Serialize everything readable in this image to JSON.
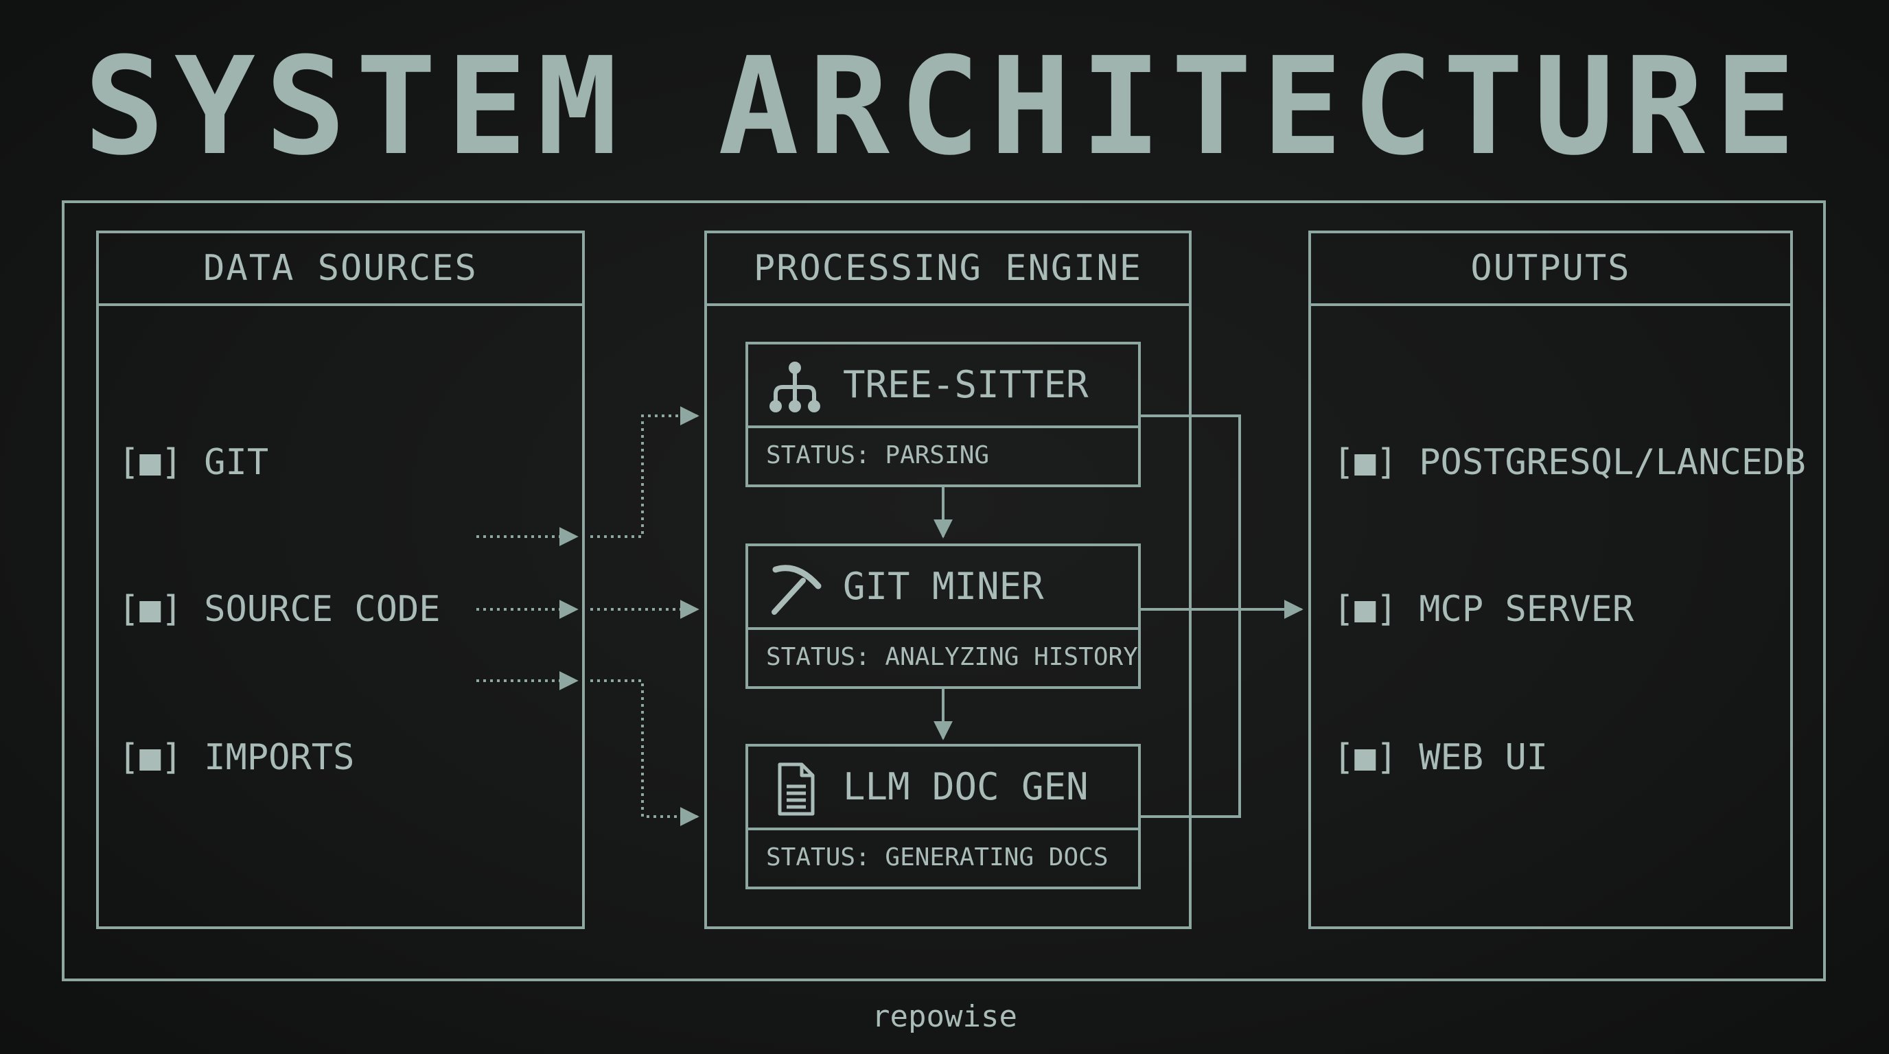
{
  "title": "SYSTEM ARCHITECTURE",
  "footer": "repowise",
  "colors": {
    "background": "#151616",
    "line": "#8fa7a1",
    "text": "#a9bcb7"
  },
  "data_sources": {
    "heading": "DATA SOURCES",
    "items": [
      {
        "label": "[■] GIT"
      },
      {
        "label": "[■] SOURCE CODE"
      },
      {
        "label": "[■] IMPORTS"
      }
    ]
  },
  "processing_engine": {
    "heading": "PROCESSING ENGINE",
    "stages": [
      {
        "name": "TREE-SITTER",
        "status": "STATUS: PARSING",
        "icon": "tree-hierarchy-icon"
      },
      {
        "name": "GIT MINER",
        "status": "STATUS: ANALYZING HISTORY",
        "icon": "pickaxe-icon"
      },
      {
        "name": "LLM DOC GEN",
        "status": "STATUS: GENERATING DOCS",
        "icon": "document-icon"
      }
    ]
  },
  "outputs": {
    "heading": "OUTPUTS",
    "items": [
      {
        "label": "[■] POSTGRESQL/LANCEDB"
      },
      {
        "label": "[■] MCP SERVER"
      },
      {
        "label": "[■] WEB UI"
      }
    ]
  }
}
